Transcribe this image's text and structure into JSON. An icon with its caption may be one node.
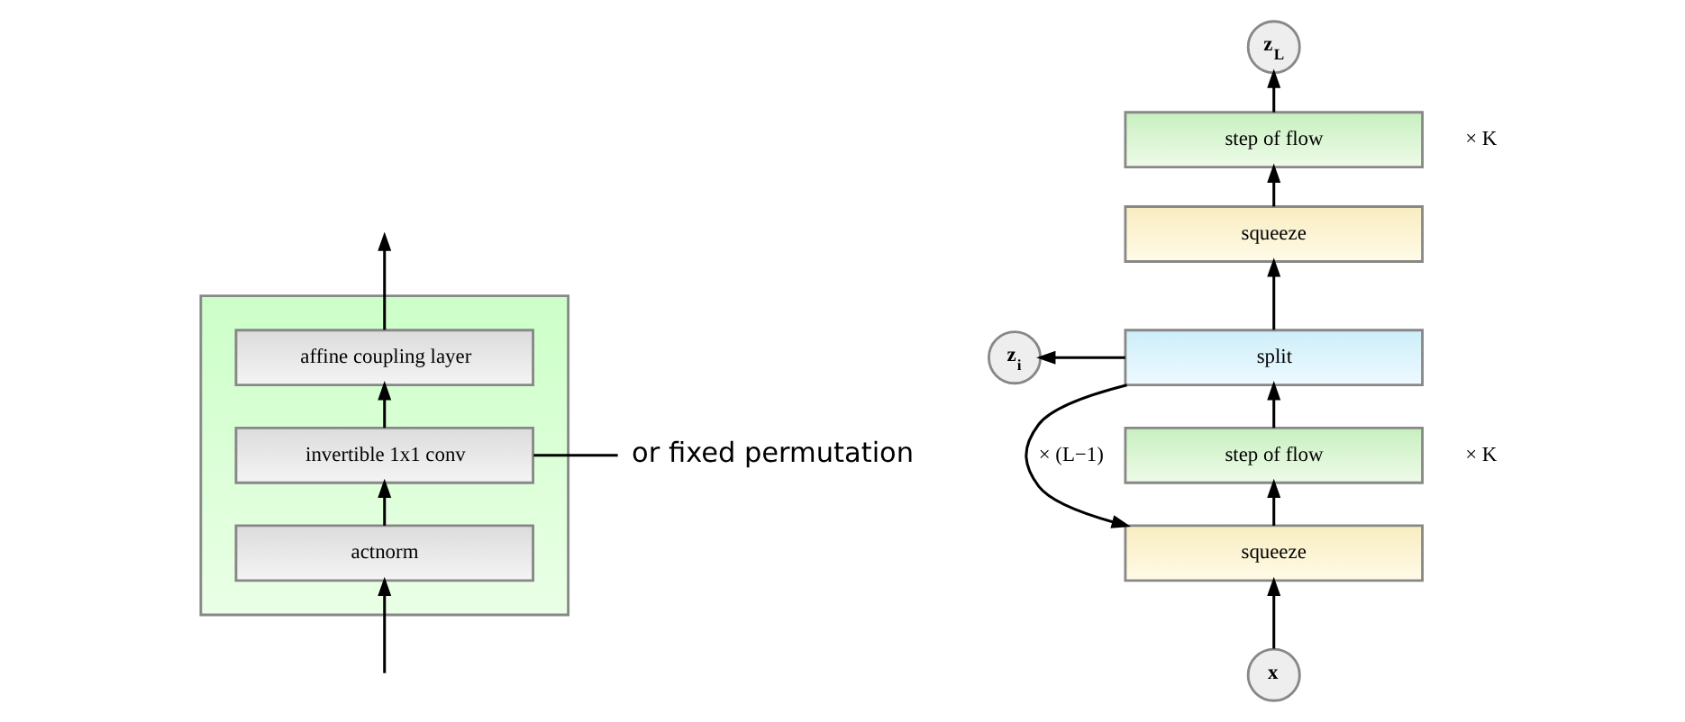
{
  "diagram": {
    "nodes": [
      {
        "text": [],
        "shape": "box"
      },
      {
        "text": [
          "affine coupling layer"
        ],
        "in": 0
      },
      {
        "text": [
          "invertible 1x1 conv"
        ],
        "in": 0
      },
      {
        "text": [
          "actnorm"
        ],
        "in": 0
      },
      {
        "text": [
          "or fixed permutation"
        ]
      },
      {
        "text": [
          "z$_{L}$"
        ]
      },
      {
        "text": [
          "step of flow"
        ],
        "beside": [
          "× K"
        ]
      },
      {
        "text": [
          "squeeze"
        ]
      },
      {
        "text": [
          "z$_{i}$"
        ]
      },
      {
        "text": [
          "split"
        ]
      },
      {
        "text": [
          "step of flow"
        ],
        "beside": [
          "× K"
        ]
      },
      {
        "text": [
          "squeeze"
        ]
      },
      {
        "text": [
          "x"
        ]
      }
    ],
    "edges": [
      {
        "from": null,
        "to": 3,
        "arrow": "to"
      },
      {
        "from": 3,
        "to": 2,
        "arrow": "to"
      },
      {
        "from": 2,
        "to": 1,
        "arrow": "to"
      },
      {
        "from": 1,
        "to": null,
        "arrow": "to"
      },
      {
        "from": 4,
        "to": 2,
        "arrow": "none"
      },
      {
        "from": 12,
        "to": 11,
        "arrow": "to"
      },
      {
        "from": 11,
        "to": 10,
        "arrow": "to"
      },
      {
        "from": 10,
        "to": 9,
        "arrow": "to"
      },
      {
        "from": 9,
        "to": 8,
        "arrow": "to"
      },
      {
        "from": 9,
        "to": 7,
        "arrow": "to"
      },
      {
        "from": 9,
        "to": 11,
        "arrow": "to",
        "label": "× (L−1)"
      },
      {
        "from": 7,
        "to": 6,
        "arrow": "to"
      },
      {
        "from": 6,
        "to": 5,
        "arrow": "to"
      }
    ]
  }
}
